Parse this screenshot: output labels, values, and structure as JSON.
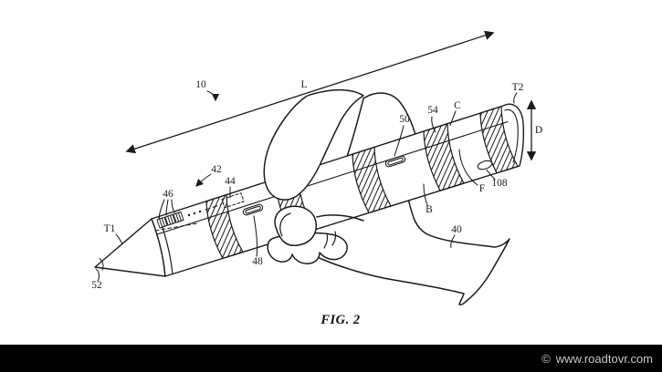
{
  "figure": {
    "caption": "FIG. 2",
    "labels": {
      "n10": "10",
      "L": "L",
      "T2": "T2",
      "D": "D",
      "n50": "50",
      "n54": "54",
      "C": "C",
      "n42": "42",
      "n44": "44",
      "n46": "46",
      "n48": "48",
      "T1": "T1",
      "n52": "52",
      "B": "B",
      "F": "F",
      "n108": "108",
      "n40": "40"
    }
  },
  "watermark": {
    "symbol": "©",
    "text": "www.roadtovr.com"
  },
  "colors": {
    "ink": "#1b1b1b",
    "background": "#ffffff",
    "footer_bg": "#000000",
    "footer_text": "#c9c9c9"
  }
}
